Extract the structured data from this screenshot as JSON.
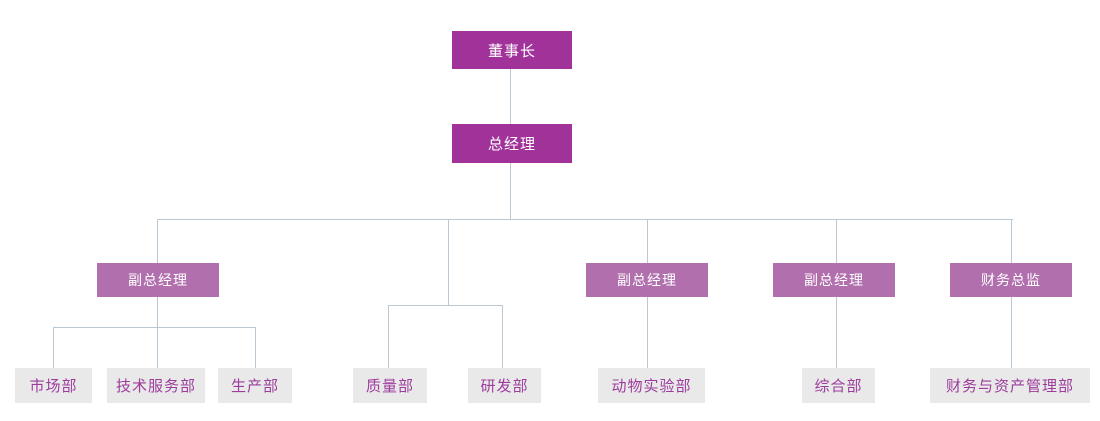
{
  "org_chart": {
    "colors": {
      "background": "#FFFFFF",
      "executive_box": "#A0329A",
      "manager_box": "#B16FAE",
      "department_box": "#E9E9E9",
      "department_text": "#9C3C9C",
      "box_text": "#FFFFFF",
      "connector_line": "#B9C8D2"
    },
    "nodes": {
      "chairman": {
        "label": "董事长",
        "level": 1
      },
      "general_manager": {
        "label": "总经理",
        "level": 2
      },
      "deputy_gm_1": {
        "label": "副总经理",
        "level": 3
      },
      "deputy_gm_2": {
        "label": "副总经理",
        "level": 3
      },
      "deputy_gm_3": {
        "label": "副总经理",
        "level": 3
      },
      "finance_director": {
        "label": "财务总监",
        "level": 3
      },
      "marketing_dept": {
        "label": "市场部",
        "level": 4
      },
      "tech_service_dept": {
        "label": "技术服务部",
        "level": 4
      },
      "production_dept": {
        "label": "生产部",
        "level": 4
      },
      "quality_dept": {
        "label": "质量部",
        "level": 4
      },
      "rd_dept": {
        "label": "研发部",
        "level": 4
      },
      "animal_lab_dept": {
        "label": "动物实验部",
        "level": 4
      },
      "general_affairs_dept": {
        "label": "综合部",
        "level": 4
      },
      "finance_asset_dept": {
        "label": "财务与资产管理部",
        "level": 4
      }
    },
    "structure": [
      {
        "parent": "chairman",
        "children": [
          "general_manager"
        ]
      },
      {
        "parent": "general_manager",
        "children": [
          "deputy_gm_1",
          "unlabeled_branch",
          "deputy_gm_2",
          "deputy_gm_3",
          "finance_director"
        ]
      },
      {
        "parent": "deputy_gm_1",
        "children": [
          "marketing_dept",
          "tech_service_dept",
          "production_dept"
        ]
      },
      {
        "parent": "unlabeled_branch",
        "children": [
          "quality_dept",
          "rd_dept"
        ]
      },
      {
        "parent": "deputy_gm_2",
        "children": [
          "animal_lab_dept"
        ]
      },
      {
        "parent": "deputy_gm_3",
        "children": [
          "general_affairs_dept"
        ]
      },
      {
        "parent": "finance_director",
        "children": [
          "finance_asset_dept"
        ]
      }
    ]
  }
}
